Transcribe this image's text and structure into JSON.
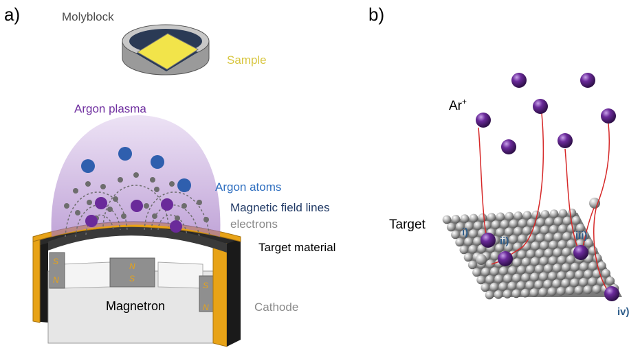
{
  "panel_a": {
    "letter": "a)",
    "labels": {
      "molyblock": "Molyblock",
      "sample": "Sample",
      "argon_plasma": "Argon plasma",
      "argon_atoms": "Argon atoms",
      "field_lines": "Magnetic field lines",
      "electrons": "electrons",
      "target_material": "Target material",
      "magnetron": "Magnetron",
      "cathode": "Cathode"
    },
    "poles": {
      "left_top": "S",
      "left_bottom": "N",
      "center_top": "N",
      "center_bottom": "S",
      "right_top": "S",
      "right_bottom": "N"
    }
  },
  "panel_b": {
    "letter": "b)",
    "ion_label": "Ar",
    "ion_charge": "+",
    "target_label": "Target",
    "process_labels": {
      "i": "i)",
      "ii": "ii)",
      "iii": "iii)",
      "iv": "iv)"
    }
  },
  "colors": {
    "argon_ion": "#6a2a9a",
    "argon_atom": "#2f5fae",
    "sample": "#f2e44a",
    "cathode_gold": "#e8a317",
    "trajectory": "#d62828",
    "plasma": "#b48fd0",
    "field_label": "#1f3864",
    "process_label": "#2e5d8a"
  }
}
